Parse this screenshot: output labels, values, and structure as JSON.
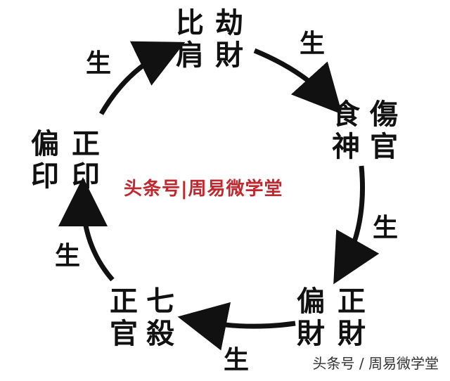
{
  "nodes": {
    "top": {
      "col_left": "比肩",
      "col_right": "劫財"
    },
    "right_upper": {
      "col_left": "食神",
      "col_right": "傷官"
    },
    "right_lower": {
      "col_left": "偏財",
      "col_right": "正財"
    },
    "left_lower": {
      "col_left": "正官",
      "col_right": "七殺"
    },
    "left_upper": {
      "col_left": "偏印",
      "col_right": "正印"
    }
  },
  "arrow_labels": {
    "top_right": "生",
    "right": "生",
    "bottom": "生",
    "left_lower": "生",
    "left_upper": "生"
  },
  "center_text": "头条号|周易微学堂",
  "watermark": "头条号 / 周易微学堂",
  "colors": {
    "ink": "#111111",
    "center_text": "#c0282f",
    "background": "#ffffff"
  }
}
